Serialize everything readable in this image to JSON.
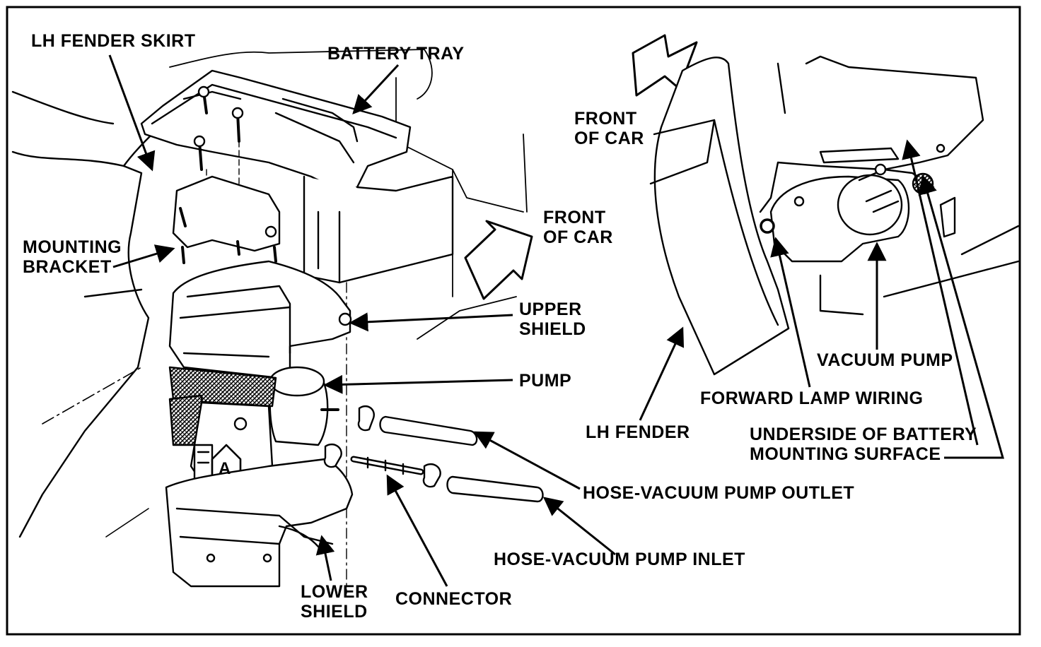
{
  "labels": {
    "lh_fender_skirt": "LH FENDER SKIRT",
    "battery_tray": "BATTERY TRAY",
    "mounting_bracket_1": "MOUNTING",
    "mounting_bracket_2": "BRACKET",
    "front_of_car_a_1": "FRONT",
    "front_of_car_a_2": "OF CAR",
    "front_of_car_b_1": "FRONT",
    "front_of_car_b_2": "OF CAR",
    "upper_shield_1": "UPPER",
    "upper_shield_2": "SHIELD",
    "pump": "PUMP",
    "view_a": "A",
    "vacuum_pump": "VACUUM PUMP",
    "forward_lamp_wiring": "FORWARD LAMP WIRING",
    "lh_fender": "LH FENDER",
    "underside_1": "UNDERSIDE OF BATTERY",
    "underside_2": "MOUNTING SURFACE",
    "hose_outlet": "HOSE-VACUUM PUMP OUTLET",
    "hose_inlet": "HOSE-VACUUM PUMP INLET",
    "lower_shield_1": "LOWER",
    "lower_shield_2": "SHIELD",
    "connector": "CONNECTOR"
  },
  "colors": {
    "ink": "#000000",
    "paper": "#ffffff",
    "hatch": "#555555"
  }
}
